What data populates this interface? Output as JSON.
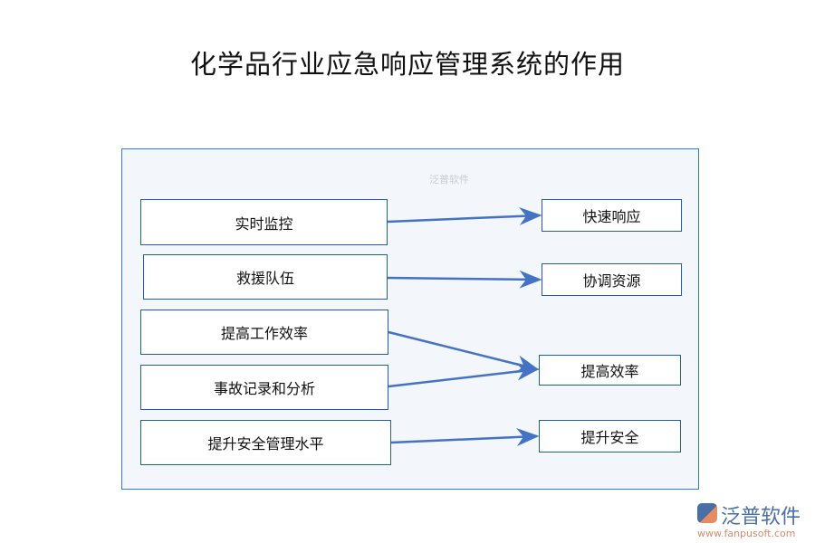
{
  "title": "化学品行业应急响应管理系统的作用",
  "watermark": "泛普软件",
  "left_boxes": [
    "实时监控",
    "救援队伍",
    "提高工作效率",
    "事故记录和分析",
    "提升安全管理水平"
  ],
  "right_boxes": [
    "快速响应",
    "协调资源",
    "提高效率",
    "提升安全"
  ],
  "logo": {
    "name": "泛普软件",
    "url": "www.fanpusoft.com"
  },
  "colors": {
    "arrow": "#4472c4",
    "border": "#1f5fa8",
    "panel": "#f3f6fb"
  }
}
